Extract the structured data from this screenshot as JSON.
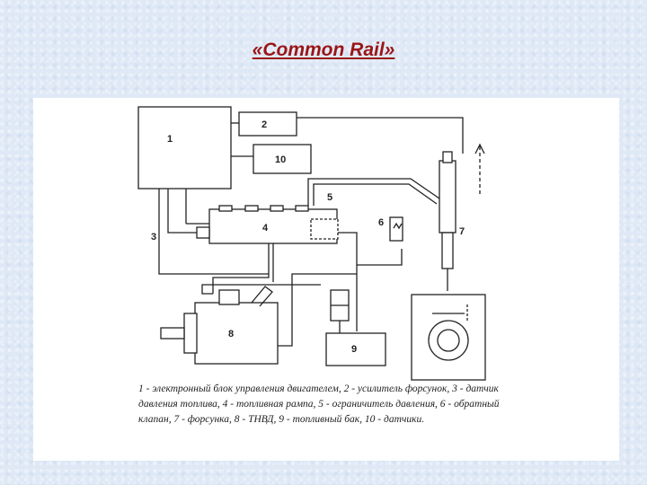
{
  "title": "«Common Rail»",
  "diagram": {
    "labels": {
      "l1": "1",
      "l2": "2",
      "l3": "3",
      "l4": "4",
      "l5": "5",
      "l6": "6",
      "l7": "7",
      "l8": "8",
      "l9": "9",
      "l10": "10"
    },
    "caption": "1 - электронный блок управления двигателем, 2 - усилитель форсунок, 3 - датчик давления топлива, 4 - топливная рампа, 5 - ограничитель давления, 6 - обратный клапан, 7 - форсунка, 8 - ТНВД, 9 - топливный бак, 10 - датчики."
  }
}
